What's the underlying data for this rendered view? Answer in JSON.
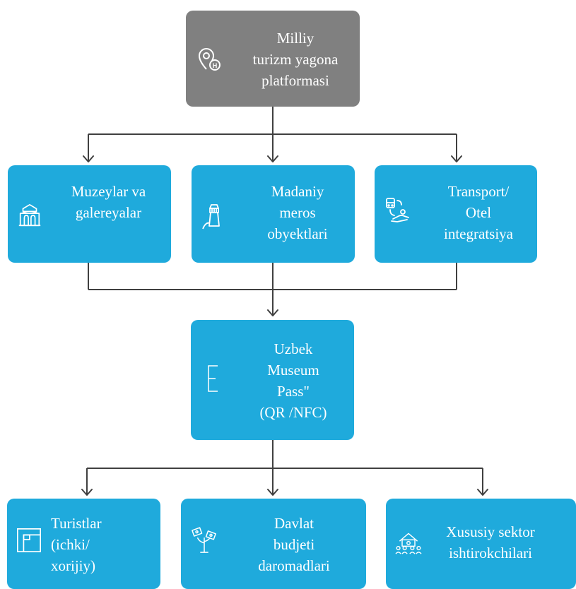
{
  "nodes": {
    "root": {
      "lines": [
        "Milliy",
        "turizm yagona",
        "platformasi"
      ],
      "icon": "location-pin-icon"
    },
    "museums": {
      "lines": [
        "Muzeylar va",
        "galereyalar"
      ],
      "icon": "museum-icon"
    },
    "heritage": {
      "lines": [
        "Madaniy",
        "meros",
        "obyektlari"
      ],
      "icon": "lighthouse-icon"
    },
    "transport": {
      "lines": [
        "Transport/",
        "Otel",
        "integratsiya"
      ],
      "icon": "transport-payment-icon"
    },
    "pass": {
      "lines": [
        "Uzbek",
        "Museum",
        "Pass\"",
        "(QR /NFC)"
      ],
      "icon": "letter-e-icon"
    },
    "tourists": {
      "lines": [
        "Turistlar",
        "(ichki/",
        "xorijiy)"
      ],
      "icon": "corner-frame-icon"
    },
    "budget": {
      "lines": [
        "Davlat",
        "budjeti",
        "daromadlari"
      ],
      "icon": "money-plant-icon"
    },
    "private": {
      "lines": [
        "Xususiy sektor",
        "ishtirokchilari"
      ],
      "icon": "community-group-icon"
    }
  },
  "colors": {
    "node_blue": "#1faadc",
    "root_gray": "#808080",
    "line": "#404040",
    "text": "#ffffff"
  }
}
